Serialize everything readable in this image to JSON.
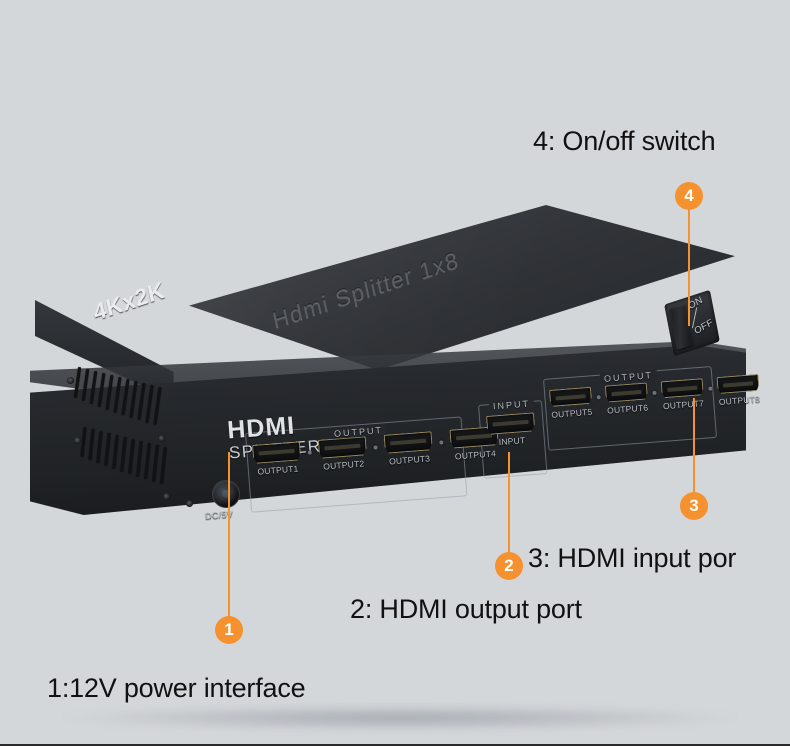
{
  "background_color": "#d4d7da",
  "accent_color": "#f5922f",
  "callouts": [
    {
      "number": "1",
      "label": "1:12V power interface"
    },
    {
      "number": "2",
      "label": "2: HDMI output port"
    },
    {
      "number": "3",
      "label": "3: HDMI input por"
    },
    {
      "number": "4",
      "label": "4: On/off switch"
    }
  ],
  "device": {
    "top_badge": "4Kx2K",
    "top_embossed_text": "Hdmi Splitter 1x8",
    "logo_line1": "HDMI",
    "logo_line2": "SPLITTER",
    "power_jack_label": "DC/5V",
    "output_group_left_caption": "OUTPUT",
    "output_group_right_caption": "OUTPUT",
    "input_group_caption": "INPUT",
    "outputs_left": [
      "OUTPUT1",
      "OUTPUT2",
      "OUTPUT3",
      "OUTPUT4"
    ],
    "input_port": "INPUT",
    "outputs_right": [
      "OUTPUT5",
      "OUTPUT6",
      "OUTPUT7",
      "OUTPUT8"
    ],
    "switch": {
      "on_label": "ON",
      "off_label": "OFF"
    }
  }
}
